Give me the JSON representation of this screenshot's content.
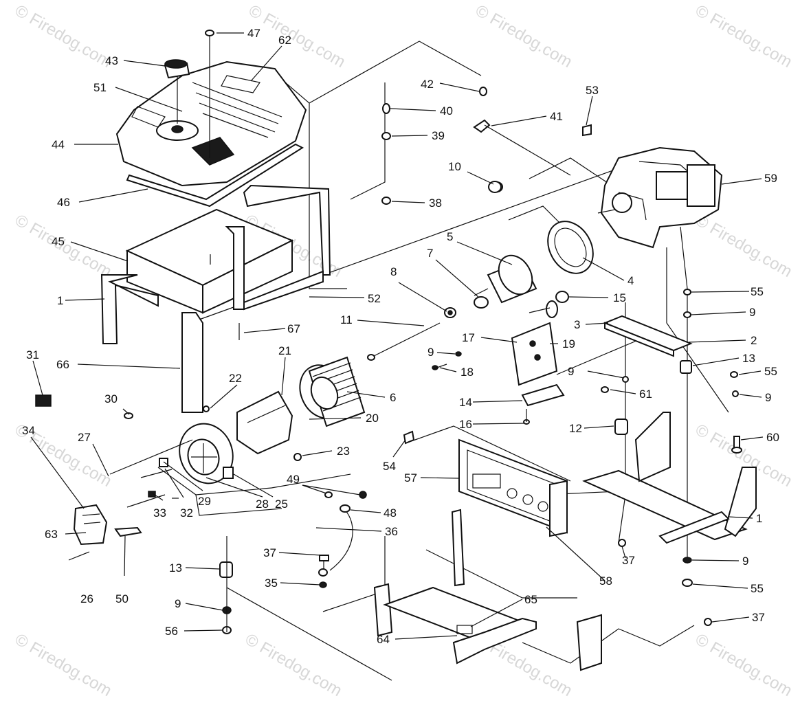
{
  "watermark": "© Firedog.com",
  "callouts": [
    {
      "id": "c47",
      "label": "47"
    },
    {
      "id": "c62",
      "label": "62"
    },
    {
      "id": "c43",
      "label": "43"
    },
    {
      "id": "c51",
      "label": "51"
    },
    {
      "id": "c44",
      "label": "44"
    },
    {
      "id": "c46",
      "label": "46"
    },
    {
      "id": "c45",
      "label": "45"
    },
    {
      "id": "c1a",
      "label": "1"
    },
    {
      "id": "c52",
      "label": "52"
    },
    {
      "id": "c67",
      "label": "67"
    },
    {
      "id": "c66",
      "label": "66"
    },
    {
      "id": "c31",
      "label": "31"
    },
    {
      "id": "c30",
      "label": "30"
    },
    {
      "id": "c34",
      "label": "34"
    },
    {
      "id": "c27",
      "label": "27"
    },
    {
      "id": "c63",
      "label": "63"
    },
    {
      "id": "c26",
      "label": "26"
    },
    {
      "id": "c50",
      "label": "50"
    },
    {
      "id": "c33",
      "label": "33"
    },
    {
      "id": "c32",
      "label": "32"
    },
    {
      "id": "c29",
      "label": "29"
    },
    {
      "id": "c28",
      "label": "28"
    },
    {
      "id": "c25",
      "label": "25"
    },
    {
      "id": "c22",
      "label": "22"
    },
    {
      "id": "c21",
      "label": "21"
    },
    {
      "id": "c23",
      "label": "23"
    },
    {
      "id": "c20",
      "label": "20"
    },
    {
      "id": "c6",
      "label": "6"
    },
    {
      "id": "c11",
      "label": "11"
    },
    {
      "id": "c8",
      "label": "8"
    },
    {
      "id": "c7",
      "label": "7"
    },
    {
      "id": "c5",
      "label": "5"
    },
    {
      "id": "c4",
      "label": "4"
    },
    {
      "id": "c10",
      "label": "10"
    },
    {
      "id": "c42",
      "label": "42"
    },
    {
      "id": "c40",
      "label": "40"
    },
    {
      "id": "c39",
      "label": "39"
    },
    {
      "id": "c38",
      "label": "38"
    },
    {
      "id": "c41",
      "label": "41"
    },
    {
      "id": "c53",
      "label": "53"
    },
    {
      "id": "c59",
      "label": "59"
    },
    {
      "id": "c15",
      "label": "15"
    },
    {
      "id": "c17",
      "label": "17"
    },
    {
      "id": "c19",
      "label": "19"
    },
    {
      "id": "c9a",
      "label": "9"
    },
    {
      "id": "c18",
      "label": "18"
    },
    {
      "id": "c14",
      "label": "14"
    },
    {
      "id": "c16",
      "label": "16"
    },
    {
      "id": "c3",
      "label": "3"
    },
    {
      "id": "c2",
      "label": "2"
    },
    {
      "id": "c55a",
      "label": "55"
    },
    {
      "id": "c9b",
      "label": "9"
    },
    {
      "id": "c13a",
      "label": "13"
    },
    {
      "id": "c9c",
      "label": "9"
    },
    {
      "id": "c61",
      "label": "61"
    },
    {
      "id": "c55b",
      "label": "55"
    },
    {
      "id": "c9d",
      "label": "9"
    },
    {
      "id": "c12",
      "label": "12"
    },
    {
      "id": "c60",
      "label": "60"
    },
    {
      "id": "c54",
      "label": "54"
    },
    {
      "id": "c57",
      "label": "57"
    },
    {
      "id": "c1b",
      "label": "1"
    },
    {
      "id": "c49",
      "label": "49"
    },
    {
      "id": "c48",
      "label": "48"
    },
    {
      "id": "c36",
      "label": "36"
    },
    {
      "id": "c37a",
      "label": "37"
    },
    {
      "id": "c35",
      "label": "35"
    },
    {
      "id": "c13b",
      "label": "13"
    },
    {
      "id": "c9e",
      "label": "9"
    },
    {
      "id": "c56",
      "label": "56"
    },
    {
      "id": "c37b",
      "label": "37"
    },
    {
      "id": "c58",
      "label": "58"
    },
    {
      "id": "c9f",
      "label": "9"
    },
    {
      "id": "c55c",
      "label": "55"
    },
    {
      "id": "c65",
      "label": "65"
    },
    {
      "id": "c64",
      "label": "64"
    },
    {
      "id": "c37c",
      "label": "37"
    }
  ]
}
